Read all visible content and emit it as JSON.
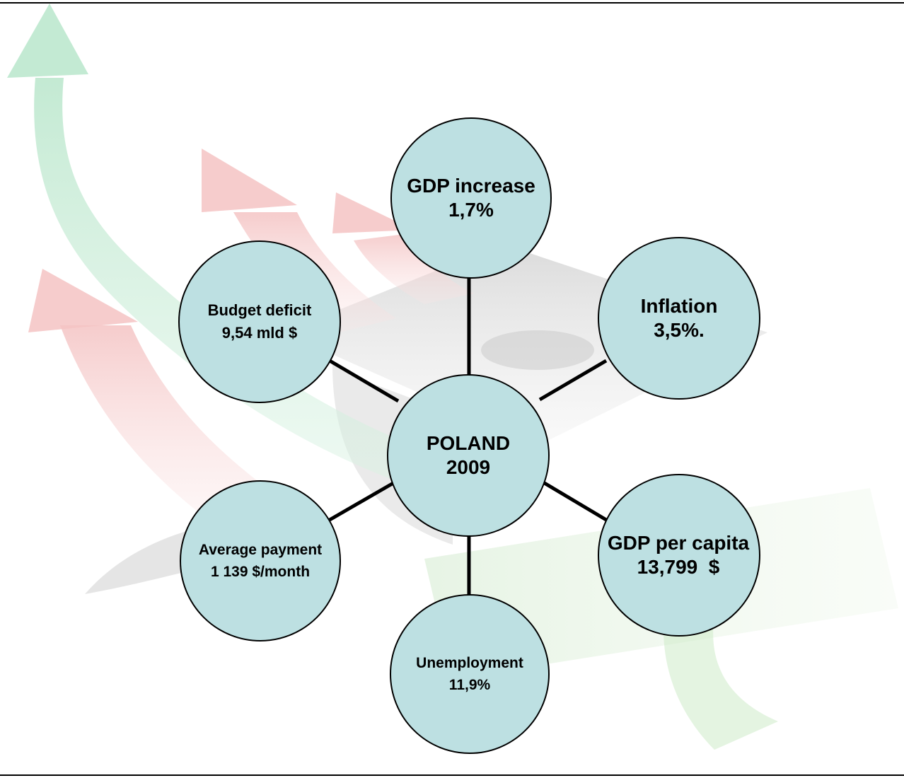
{
  "center": {
    "line1": "POLAND",
    "line2": "2009"
  },
  "nodes": {
    "gdp_increase": {
      "label": "GDP increase",
      "value": "1,7%"
    },
    "inflation": {
      "label": "Inflation",
      "value": "3,5%."
    },
    "gdp_per_capita": {
      "label": "GDP per capita",
      "value": "13,799  $"
    },
    "unemployment": {
      "label": "Unemployment",
      "value": "11,9%"
    },
    "average_payment": {
      "label": "Average payment",
      "value": "1 139 $/month"
    },
    "budget_deficit": {
      "label": "Budget deficit",
      "value": "9,54 mld $"
    }
  },
  "colors": {
    "node_fill": "#bde0e2",
    "node_stroke": "#000000",
    "spoke": "#000000",
    "arrow_green": "#c9ebd7",
    "arrow_red": "#f8d6d6",
    "cap_gray": "#dcdcdc"
  },
  "background_icons": [
    "green-arrow-icon",
    "red-arrow-icon",
    "graduation-cap-icon",
    "diploma-scroll-icon"
  ]
}
